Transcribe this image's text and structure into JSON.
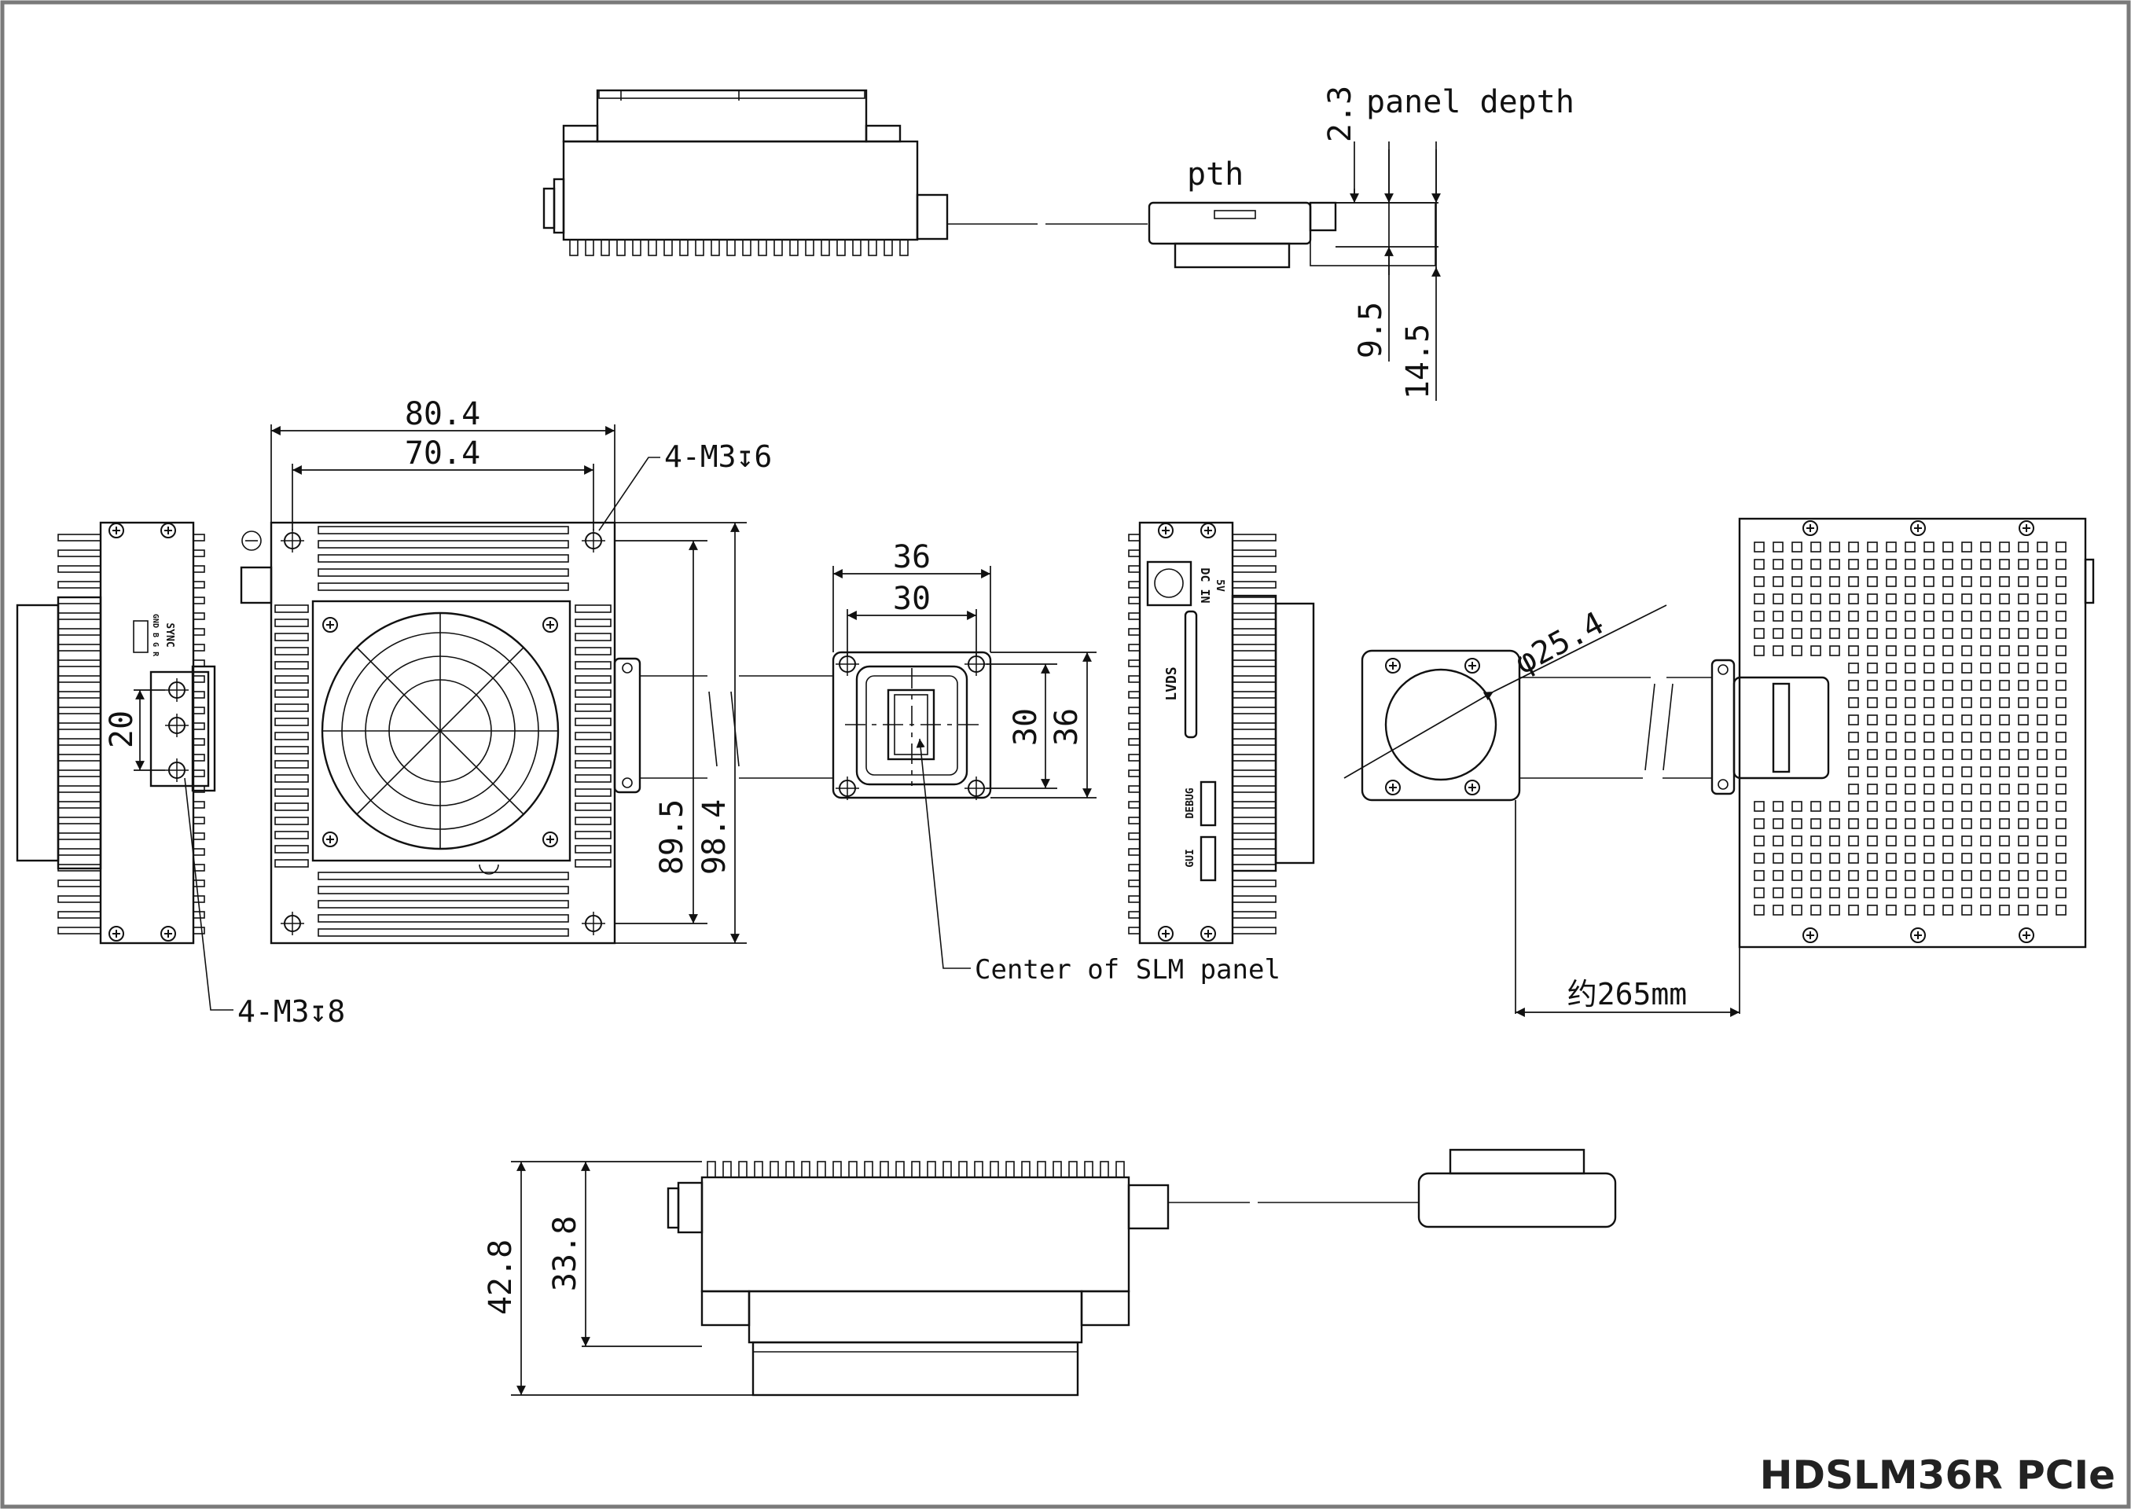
{
  "model_label": "HDSLM36R PCIe",
  "labels": {
    "pth": "pth",
    "panel_depth": "panel depth",
    "screw_top": "4-M3↧6",
    "screw_bottom": "4-M3↧8",
    "center_note": "Center of SLM panel",
    "cable_length": "约265mm",
    "lvds": "LVDS",
    "dc_in": "DC IN",
    "dc_v": "5V",
    "debug": "DEBUG",
    "gui": "GUI",
    "sync": "SYNC",
    "gnd_bgr": "GND B G R"
  },
  "dims": {
    "d_2_3": "2.3",
    "d_9_5": "9.5",
    "d_14_5": "14.5",
    "d_80_4": "80.4",
    "d_70_4": "70.4",
    "d_89_5": "89.5",
    "d_98_4": "98.4",
    "d_36_w": "36",
    "d_30_w": "30",
    "d_30_h": "30",
    "d_36_h": "36",
    "d_20": "20",
    "d_25_4": "φ25.4",
    "d_42_8": "42.8",
    "d_33_8": "33.8"
  },
  "colors": {
    "line": "#111111",
    "frame": "#7a7a7a",
    "background": "#ffffff"
  },
  "icons": [
    "cross-screw-icon",
    "fan-grille-icon",
    "dc-jack-icon"
  ]
}
